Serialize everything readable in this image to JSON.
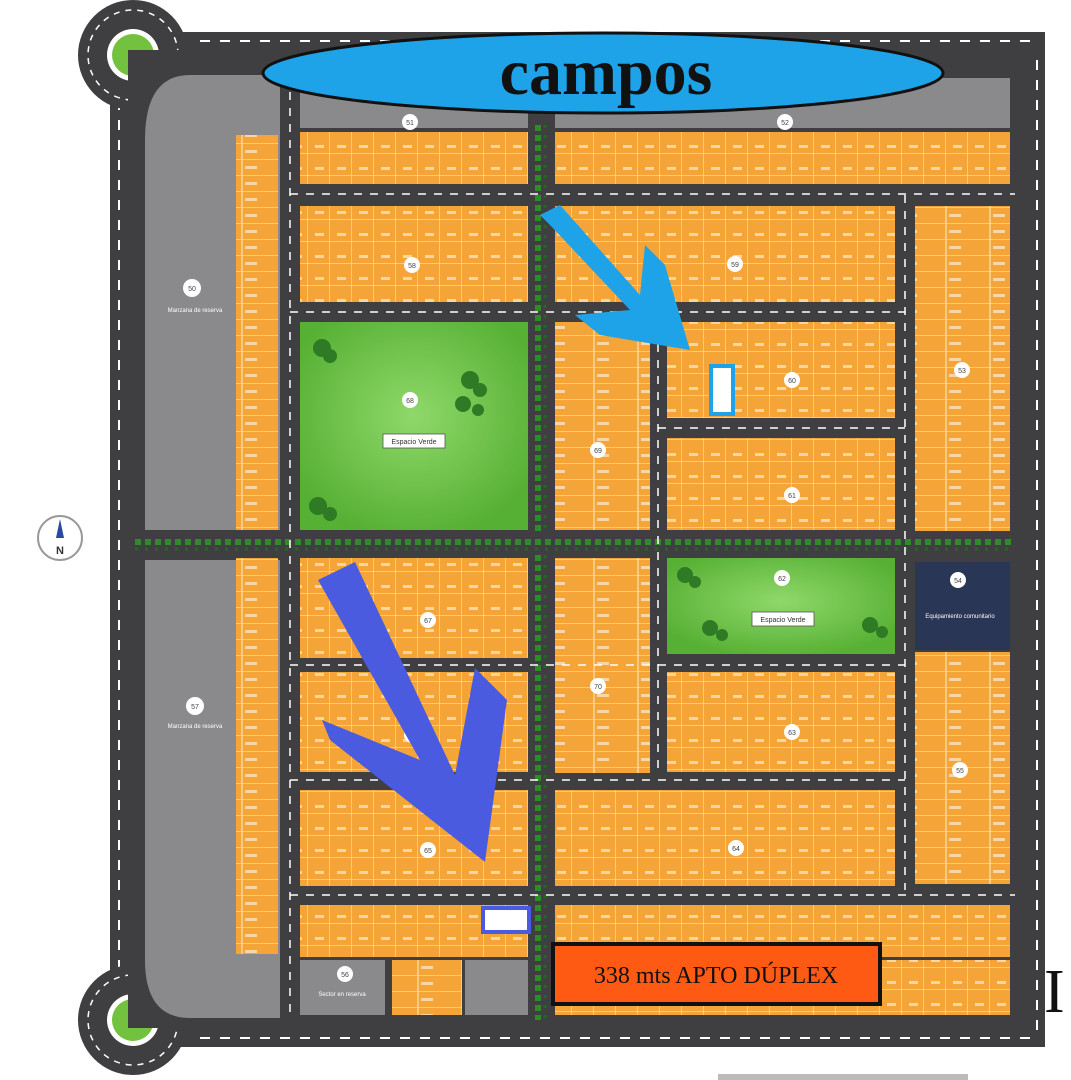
{
  "title": "campos",
  "callout": "338 mts APTO DÚPLEX",
  "side_letter": "I",
  "compass": "N",
  "colors": {
    "road": "#3f3f41",
    "lot": "#f5a437",
    "lot_line": "#ffffff",
    "park": "#6cc24a",
    "reserve": "#8a8a8c",
    "community": "#2a3656",
    "title_fill": "#1fa3e8",
    "arrow_light": "#1fa3e8",
    "arrow_dark": "#4a5be0",
    "callout_fill": "#ff5a14",
    "roundabout": "#72c23f"
  },
  "blocks": [
    {
      "id": "b51",
      "num": "51"
    },
    {
      "id": "b52",
      "num": "52"
    },
    {
      "id": "b55",
      "num": "55"
    },
    {
      "id": "b56",
      "num": "56"
    },
    {
      "id": "b57",
      "num": "57"
    },
    {
      "id": "b58",
      "num": "58"
    },
    {
      "id": "b59",
      "num": "59"
    },
    {
      "id": "b60",
      "num": "60"
    },
    {
      "id": "b61",
      "num": "61"
    },
    {
      "id": "b62",
      "num": "62"
    },
    {
      "id": "b63",
      "num": "63"
    },
    {
      "id": "b64",
      "num": "64"
    },
    {
      "id": "b65",
      "num": "65"
    },
    {
      "id": "b66",
      "num": "66"
    },
    {
      "id": "b67",
      "num": "67"
    },
    {
      "id": "b68",
      "num": "68"
    },
    {
      "id": "b69",
      "num": "69"
    },
    {
      "id": "b70",
      "num": "70"
    },
    {
      "id": "b53",
      "num": "53"
    },
    {
      "id": "b54",
      "num": "54"
    },
    {
      "id": "b50",
      "num": "50"
    }
  ],
  "labels": {
    "reserve_top": "Manzana de reserva",
    "reserve_bottom": "Manzana de reserva",
    "park_big": "Espacio Verde",
    "park_small": "Espacio Verde",
    "community": "Equipamiento comunitario",
    "sector_reserve": "Sector en reserva"
  }
}
